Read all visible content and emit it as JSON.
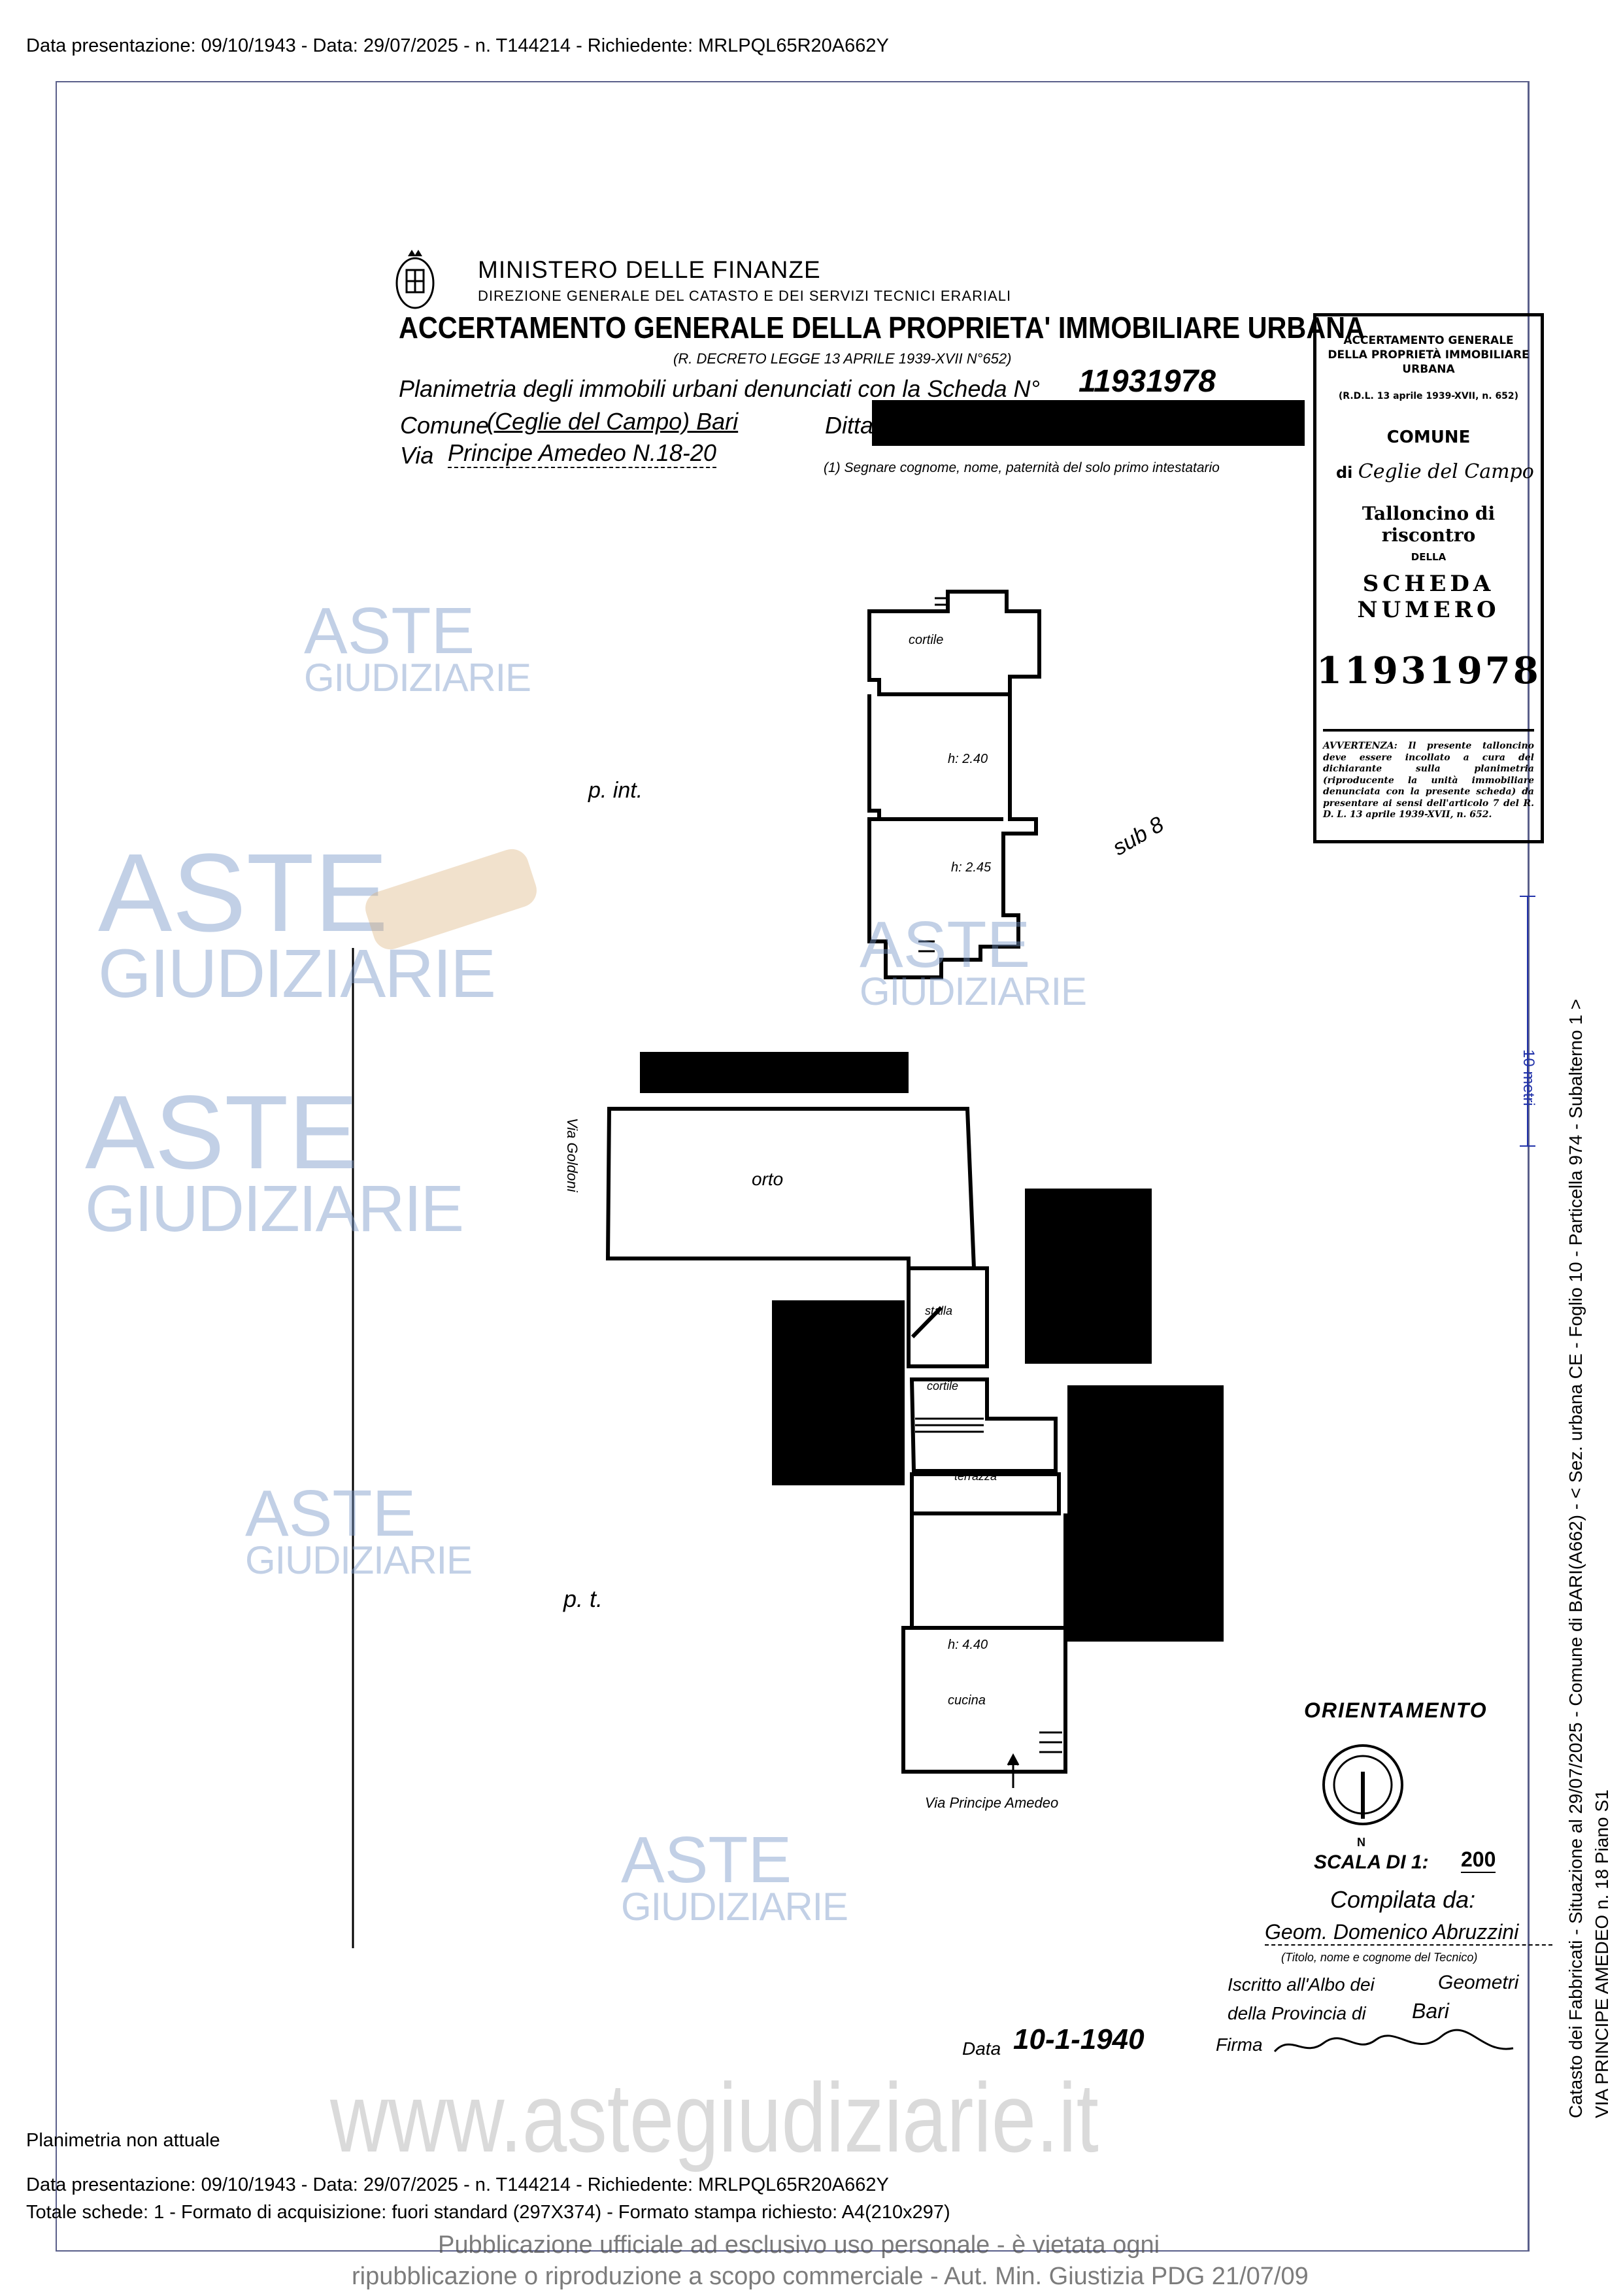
{
  "header": {
    "top_line": "Data presentazione: 09/10/1943 - Data: 29/07/2025 - n. T144214 - Richiedente: MRLPQL65R20A662Y"
  },
  "form": {
    "ministry": "MINISTERO DELLE FINANZE",
    "direction": "DIREZIONE GENERALE DEL CATASTO E DEI SERVIZI TECNICI ERARIALI",
    "title": "ACCERTAMENTO GENERALE DELLA PROPRIETA' IMMOBILIARE URBANA",
    "decree": "(R. DECRETO LEGGE 13 APRILE 1939-XVII N°652)",
    "planimetria_label": "Planimetria degli immobili urbani denunciati con la Scheda N°",
    "scheda_handwritten": "11931978",
    "comune_label": "Comune",
    "comune_value": "(Ceglie del Campo) Bari",
    "ditta_label": "Ditta",
    "via_label": "Via",
    "via_value": "Principe Amedeo N.18-20",
    "footnote": "(1) Segnare cognome, nome, paternità del solo primo intestatario"
  },
  "talloncino": {
    "title": "ACCERTAMENTO GENERALE DELLA PROPRIETÀ IMMOBILIARE URBANA",
    "decree": "(R.D.L. 13 aprile 1939-XVII, n. 652)",
    "comune": "COMUNE",
    "di": "di",
    "di_value": "Ceglie del Campo",
    "heading": "Talloncino di riscontro",
    "della": "DELLA",
    "scheda_numero": "SCHEDA NUMERO",
    "number": "11931978",
    "avvertenza": "AVVERTENZA: Il presente talloncino deve essere incollato a cura del dichiarante sulla planimetria (riproducente la unità immobiliare denunciata con la presente scheda) da presentare ai sensi dell'articolo 7 del R. D. L. 13 aprile 1939-XVII, n. 652."
  },
  "plan": {
    "upper_floor": "p. int.",
    "sub": "sub 8",
    "cortile_upper": "cortile",
    "h1": "h: 2.40",
    "h2": "h: 2.45",
    "street_side": "Via Goldoni",
    "orto": "orto",
    "stalla": "stalla",
    "cortile_lower": "cortile",
    "terrazza": "terrazza",
    "ground_floor": "p. t.",
    "h3": "h: 4.40",
    "cucina": "cucina",
    "street_front": "Via Principe Amedeo"
  },
  "scale_bar": {
    "label": "10 metri"
  },
  "orientation": {
    "label": "ORIENTAMENTO",
    "north": "N"
  },
  "scale": {
    "label": "SCALA DI 1:",
    "value": "200"
  },
  "compiler": {
    "label": "Compilata da:",
    "name": "Geom. Domenico Abruzzini",
    "caption": "(Titolo, nome e cognome del Tecnico)",
    "albo_label": "Iscritto all'Albo dei",
    "albo_value": "Geometri",
    "provincia_label": "della Provincia di",
    "provincia_value": "Bari",
    "data_label": "Data",
    "data_value": "10-1-1940",
    "firma_label": "Firma"
  },
  "side": {
    "line1": "Catasto dei Fabbricati - Situazione al 29/07/2025 - Comune di BARI(A662) - < Sez. urbana CE - Foglio 10 - Particella 974 - Subalterno 1 >",
    "line2": "VIA PRINCIPE AMEDEO n. 18 Piano S1"
  },
  "footer": {
    "note": "Planimetria non attuale",
    "line1": "Data presentazione: 09/10/1943 - Data: 29/07/2025 - n. T144214 - Richiedente: MRLPQL65R20A662Y",
    "line2": "Totale schede: 1 - Formato di acquisizione: fuori standard (297X374) - Formato stampa richiesto: A4(210x297)"
  },
  "watermark": {
    "brand_top": "ASTE",
    "brand_bottom": "GIUDIZIARIE",
    "url": "www.astegiudiziarie.it",
    "disclaimer1": "Pubblicazione ufficiale ad esclusivo uso personale - è vietata ogni",
    "disclaimer2": "ripubblicazione o riproduzione a scopo commerciale - Aut. Min. Giustizia PDG 21/07/09"
  }
}
